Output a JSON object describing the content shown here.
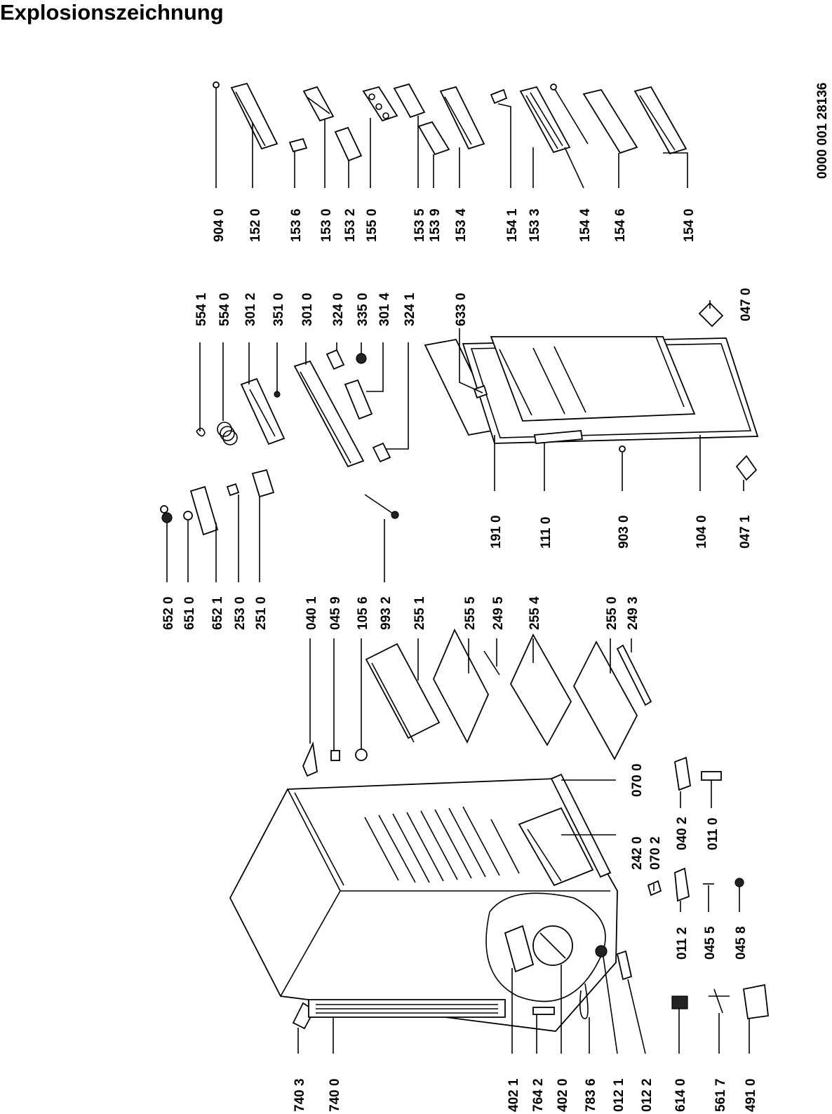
{
  "title": "Explosionszeichnung",
  "drawing_number": "0000 001 28136",
  "parts": {
    "p9040": "904 0",
    "p1520": "152 0",
    "p1536": "153 6",
    "p1530": "153 0",
    "p1532": "153 2",
    "p1550": "155 0",
    "p1535": "153 5",
    "p1539": "153 9",
    "p1534": "153 4",
    "p1541": "154 1",
    "p1533": "153 3",
    "p1544": "154 4",
    "p1546": "154 6",
    "p1540": "154 0",
    "p5541": "554 1",
    "p5540": "554 0",
    "p3012": "301 2",
    "p3510": "351 0",
    "p3010": "301 0",
    "p3240": "324 0",
    "p3350": "335 0",
    "p3014": "301 4",
    "p3241": "324 1",
    "p6330": "633 0",
    "p0470": "047 0",
    "p0471": "047 1",
    "p1040": "104 0",
    "p9030": "903 0",
    "p1110": "111 0",
    "p1910": "191 0",
    "p9932": "993 2",
    "p6520": "652 0",
    "p6510": "651 0",
    "p6521": "652 1",
    "p2530": "253 0",
    "p2510": "251 0",
    "p0401": "040 1",
    "p0459": "045 9",
    "p1056": "105 6",
    "p2551": "255 1",
    "p2555": "255 5",
    "p2495": "249 5",
    "p2554": "255 4",
    "p2550": "255 0",
    "p2493": "249 3",
    "p0700": "070 0",
    "p2420": "242 0",
    "p0702": "070 2",
    "p0402": "040 2",
    "p0110": "011 0",
    "p0112": "011 2",
    "p0455": "045 5",
    "p0458": "045 8",
    "p7403": "740 3",
    "p7400": "740 0",
    "p4021": "402 1",
    "p7642": "764 2",
    "p4020": "402 0",
    "p7836": "783 6",
    "p0121": "012 1",
    "p0122": "012 2",
    "p6140": "614 0",
    "p5617": "561 7",
    "p4910": "491 0"
  }
}
